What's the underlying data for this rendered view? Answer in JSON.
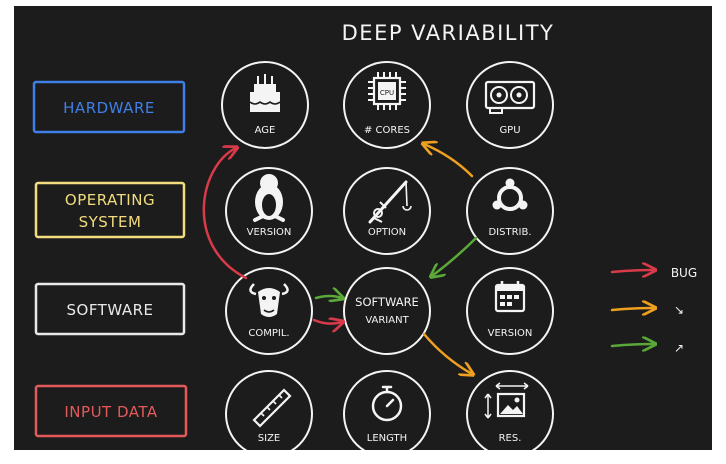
{
  "title": "DEEP VARIABILITY",
  "colors": {
    "background": "#1c1c1c",
    "chalk": "#f4f4f4",
    "hardware": "#3f7fe6",
    "os": "#f1dc7e",
    "software": "#e9e9e9",
    "input": "#e45a5a",
    "red_arrow": "#d83a4a",
    "orange_arrow": "#f0a020",
    "green_arrow": "#5aa83a"
  },
  "layers": [
    {
      "id": "hardware",
      "lines": [
        "HARDWARE"
      ],
      "color": "#3f7fe6",
      "nodes": [
        {
          "label": "AGE",
          "icon": "birthday-cake-icon"
        },
        {
          "label": "# CORES",
          "icon": "cpu-icon"
        },
        {
          "label": "GPU",
          "icon": "graphics-card-icon"
        }
      ]
    },
    {
      "id": "os",
      "lines": [
        "OPERATING",
        "SYSTEM"
      ],
      "color": "#f1dc7e",
      "nodes": [
        {
          "label": "VERSION",
          "icon": "tux-penguin-icon"
        },
        {
          "label": "OPTION",
          "icon": "fishing-rod-icon"
        },
        {
          "label": "DISTRIB.",
          "icon": "ubuntu-logo-icon"
        }
      ]
    },
    {
      "id": "software",
      "lines": [
        "SOFTWARE"
      ],
      "color": "#e9e9e9",
      "nodes": [
        {
          "label": "COMPIL.",
          "icon": "gnu-head-icon"
        },
        {
          "label": "SOFTWARE VARIANT",
          "icon": ""
        },
        {
          "label": "VERSION",
          "icon": "calendar-icon"
        }
      ]
    },
    {
      "id": "input",
      "lines": [
        "INPUT DATA"
      ],
      "color": "#e45a5a",
      "nodes": [
        {
          "label": "SIZE",
          "icon": "ruler-icon"
        },
        {
          "label": "LENGTH",
          "icon": "stopwatch-icon"
        },
        {
          "label": "RES.",
          "icon": "image-resolution-icon"
        }
      ]
    }
  ],
  "legend": [
    {
      "label": "BUG",
      "color": "#d83a4a"
    },
    {
      "label": "↘",
      "color": "#f0a020"
    },
    {
      "label": "↗",
      "color": "#5aa83a"
    }
  ]
}
